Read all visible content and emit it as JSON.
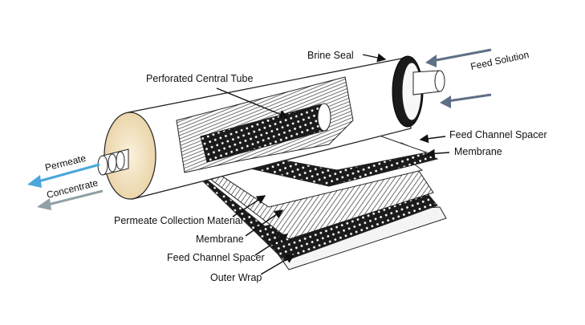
{
  "labels": {
    "brine_seal": "Brine Seal",
    "feed_solution": "Feed Solution",
    "perforated_central_tube": "Perforated Central Tube",
    "feed_channel_spacer_top": "Feed Channel Spacer",
    "membrane_top": "Membrane",
    "permeate": "Permeate",
    "concentrate": "Concentrate",
    "permeate_collection_material": "Permeate Collection Material",
    "membrane_bottom": "Membrane",
    "feed_channel_spacer_bottom": "Feed Channel Spacer",
    "outer_wrap": "Outer Wrap"
  },
  "colors": {
    "feed_arrow": "#5f6f86",
    "permeate_arrow": "#4aa6dc",
    "concentrate_arrow": "#8fa0a6",
    "end_cap": "#f2e2c0",
    "seal": "#1a1a1a",
    "ink": "#111111"
  }
}
